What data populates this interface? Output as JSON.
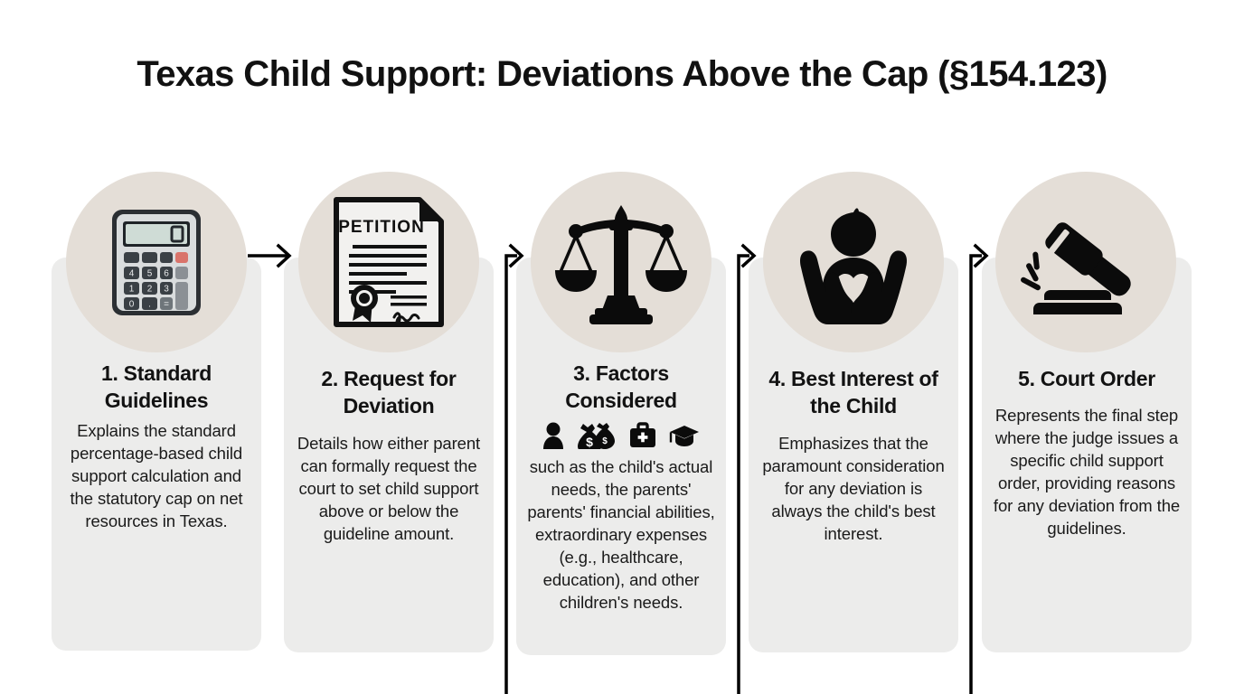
{
  "page": {
    "title": "Texas Child Support: Deviations Above the Cap (§154.123)",
    "background_color": "#ffffff",
    "card_color": "#ececeb",
    "icon_circle_color": "#e4ded7",
    "text_color": "#121212",
    "connector_color": "#000000"
  },
  "steps": [
    {
      "number": "1",
      "title": "1. Standard Guidelines",
      "description": "Explains the standard percentage-based child support calculation and the statutory cap on net resources in Texas.",
      "icon": "calculator-icon",
      "calculator": {
        "display_value": "0",
        "keys": [
          "4",
          "5",
          "6",
          "1",
          "2",
          "3",
          "0",
          ".",
          "="
        ],
        "display_color": "#cfdcd6",
        "body_color": "#d5d8da",
        "bezel_color": "#2b2f33",
        "accent_key_color": "#d9736a"
      }
    },
    {
      "number": "2",
      "title": "2. Request for Deviation",
      "description": "Details how either parent can formally request the court to set child support above or below the guideline amount.",
      "icon": "petition-document-icon",
      "document": {
        "heading": "PETITION",
        "seal": "seal-badge",
        "signature": "handwritten-signature"
      }
    },
    {
      "number": "3",
      "title": "3. Factors Considered",
      "description": "such as the child's actual needs, the parents'  parents' financial abilities, extraordinary expenses (e.g., healthcare, education), and other children's needs.",
      "icon": "scales-of-justice-icon",
      "factor_icons": [
        "person-icon",
        "money-bags-icon",
        "medical-case-icon",
        "graduation-cap-icon"
      ]
    },
    {
      "number": "4",
      "title": "4. Best Interest of the Child",
      "description": "Emphasizes that the paramount consideration for any deviation is always the child's best interest.",
      "icon": "hands-holding-child-heart-icon"
    },
    {
      "number": "5",
      "title": "5. Court Order",
      "description": "Represents the final step where the judge issues a specific child support order, providing reasons for any deviation from the guidelines.",
      "icon": "gavel-icon"
    }
  ],
  "connectors": [
    {
      "type": "straight-arrow",
      "from_step": "1",
      "to_step": "2"
    },
    {
      "type": "elbow-arrow",
      "from_step": "2",
      "to_step": "3"
    },
    {
      "type": "elbow-arrow",
      "from_step": "3",
      "to_step": "4"
    },
    {
      "type": "elbow-arrow",
      "from_step": "4",
      "to_step": "5"
    }
  ]
}
